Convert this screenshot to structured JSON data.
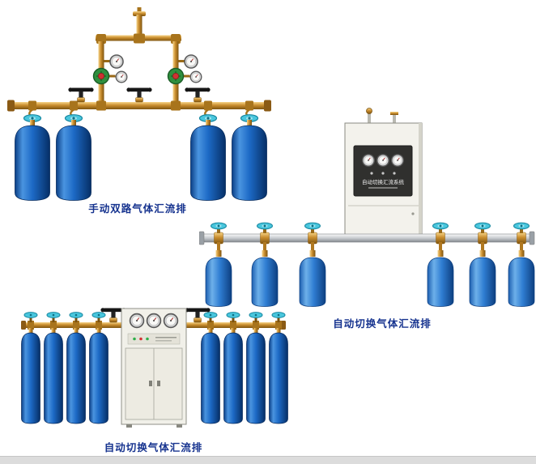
{
  "page": {
    "background": "#ffffff",
    "footer_strip_color": "#dcdcdc"
  },
  "colors": {
    "caption_text": "#16338f",
    "cylinder_blue": "#1d6ac6",
    "cylinder_blue_light": "#4a94e0",
    "brass": "#c98d2e",
    "valve_cyan": "#49c6dd",
    "steel_pipe": "#c8ccd0",
    "cabinet_body": "#f2f1ea",
    "panel_dark": "#30302e"
  },
  "products": [
    {
      "id": "manual-dual-manifold",
      "caption": "手动双路气体汇流排",
      "cylinder_count": 4
    },
    {
      "id": "auto-switch-manifold-side-cabinet",
      "caption": "自动切换气体汇流排",
      "cabinet_label": "自动切换汇流系统",
      "cylinder_count": 6
    },
    {
      "id": "auto-switch-manifold-center-cabinet",
      "caption": "自动切换气体汇流排",
      "cylinder_count": 8
    }
  ]
}
